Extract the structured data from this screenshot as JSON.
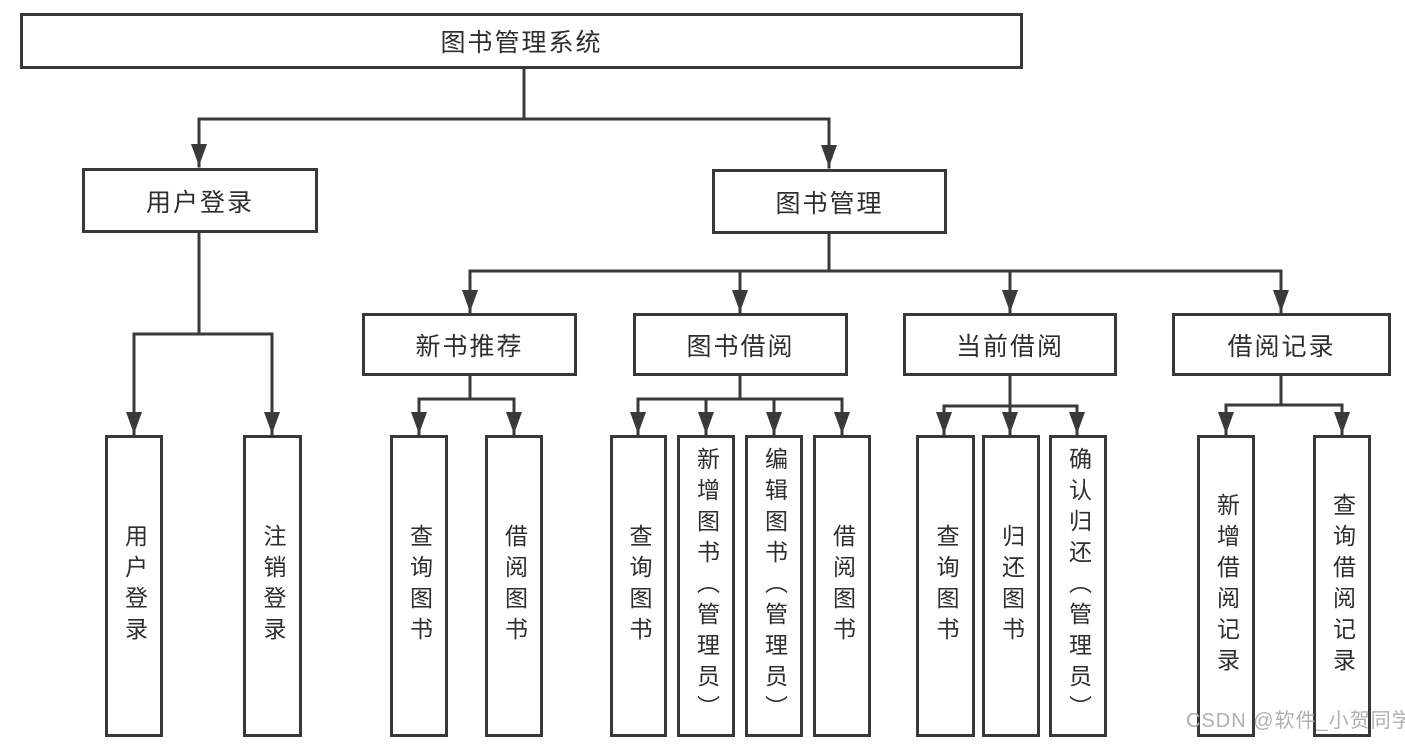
{
  "tree": {
    "root": "图书管理系统",
    "level2": [
      {
        "label": "用户登录",
        "children": [
          "用户登录",
          "注销登录"
        ]
      },
      {
        "label": "图书管理",
        "children": [
          {
            "label": "新书推荐",
            "children": [
              "查询图书",
              "借阅图书"
            ]
          },
          {
            "label": "图书借阅",
            "children": [
              "查询图书",
              "新增图书（管理员）",
              "编辑图书（管理员）",
              "借阅图书"
            ]
          },
          {
            "label": "当前借阅",
            "children": [
              "查询图书",
              "归还图书",
              "确认归还（管理员）"
            ]
          },
          {
            "label": "借阅记录",
            "children": [
              "新增借阅记录",
              "查询借阅记录"
            ]
          }
        ]
      }
    ]
  },
  "watermark": "CSDN @软件_小贺同学",
  "colors": {
    "line": "#3a3a3a",
    "box_border": "#383838",
    "text": "#2e2e2e",
    "watermark": "#b0b0b0",
    "background": "#ffffff"
  }
}
